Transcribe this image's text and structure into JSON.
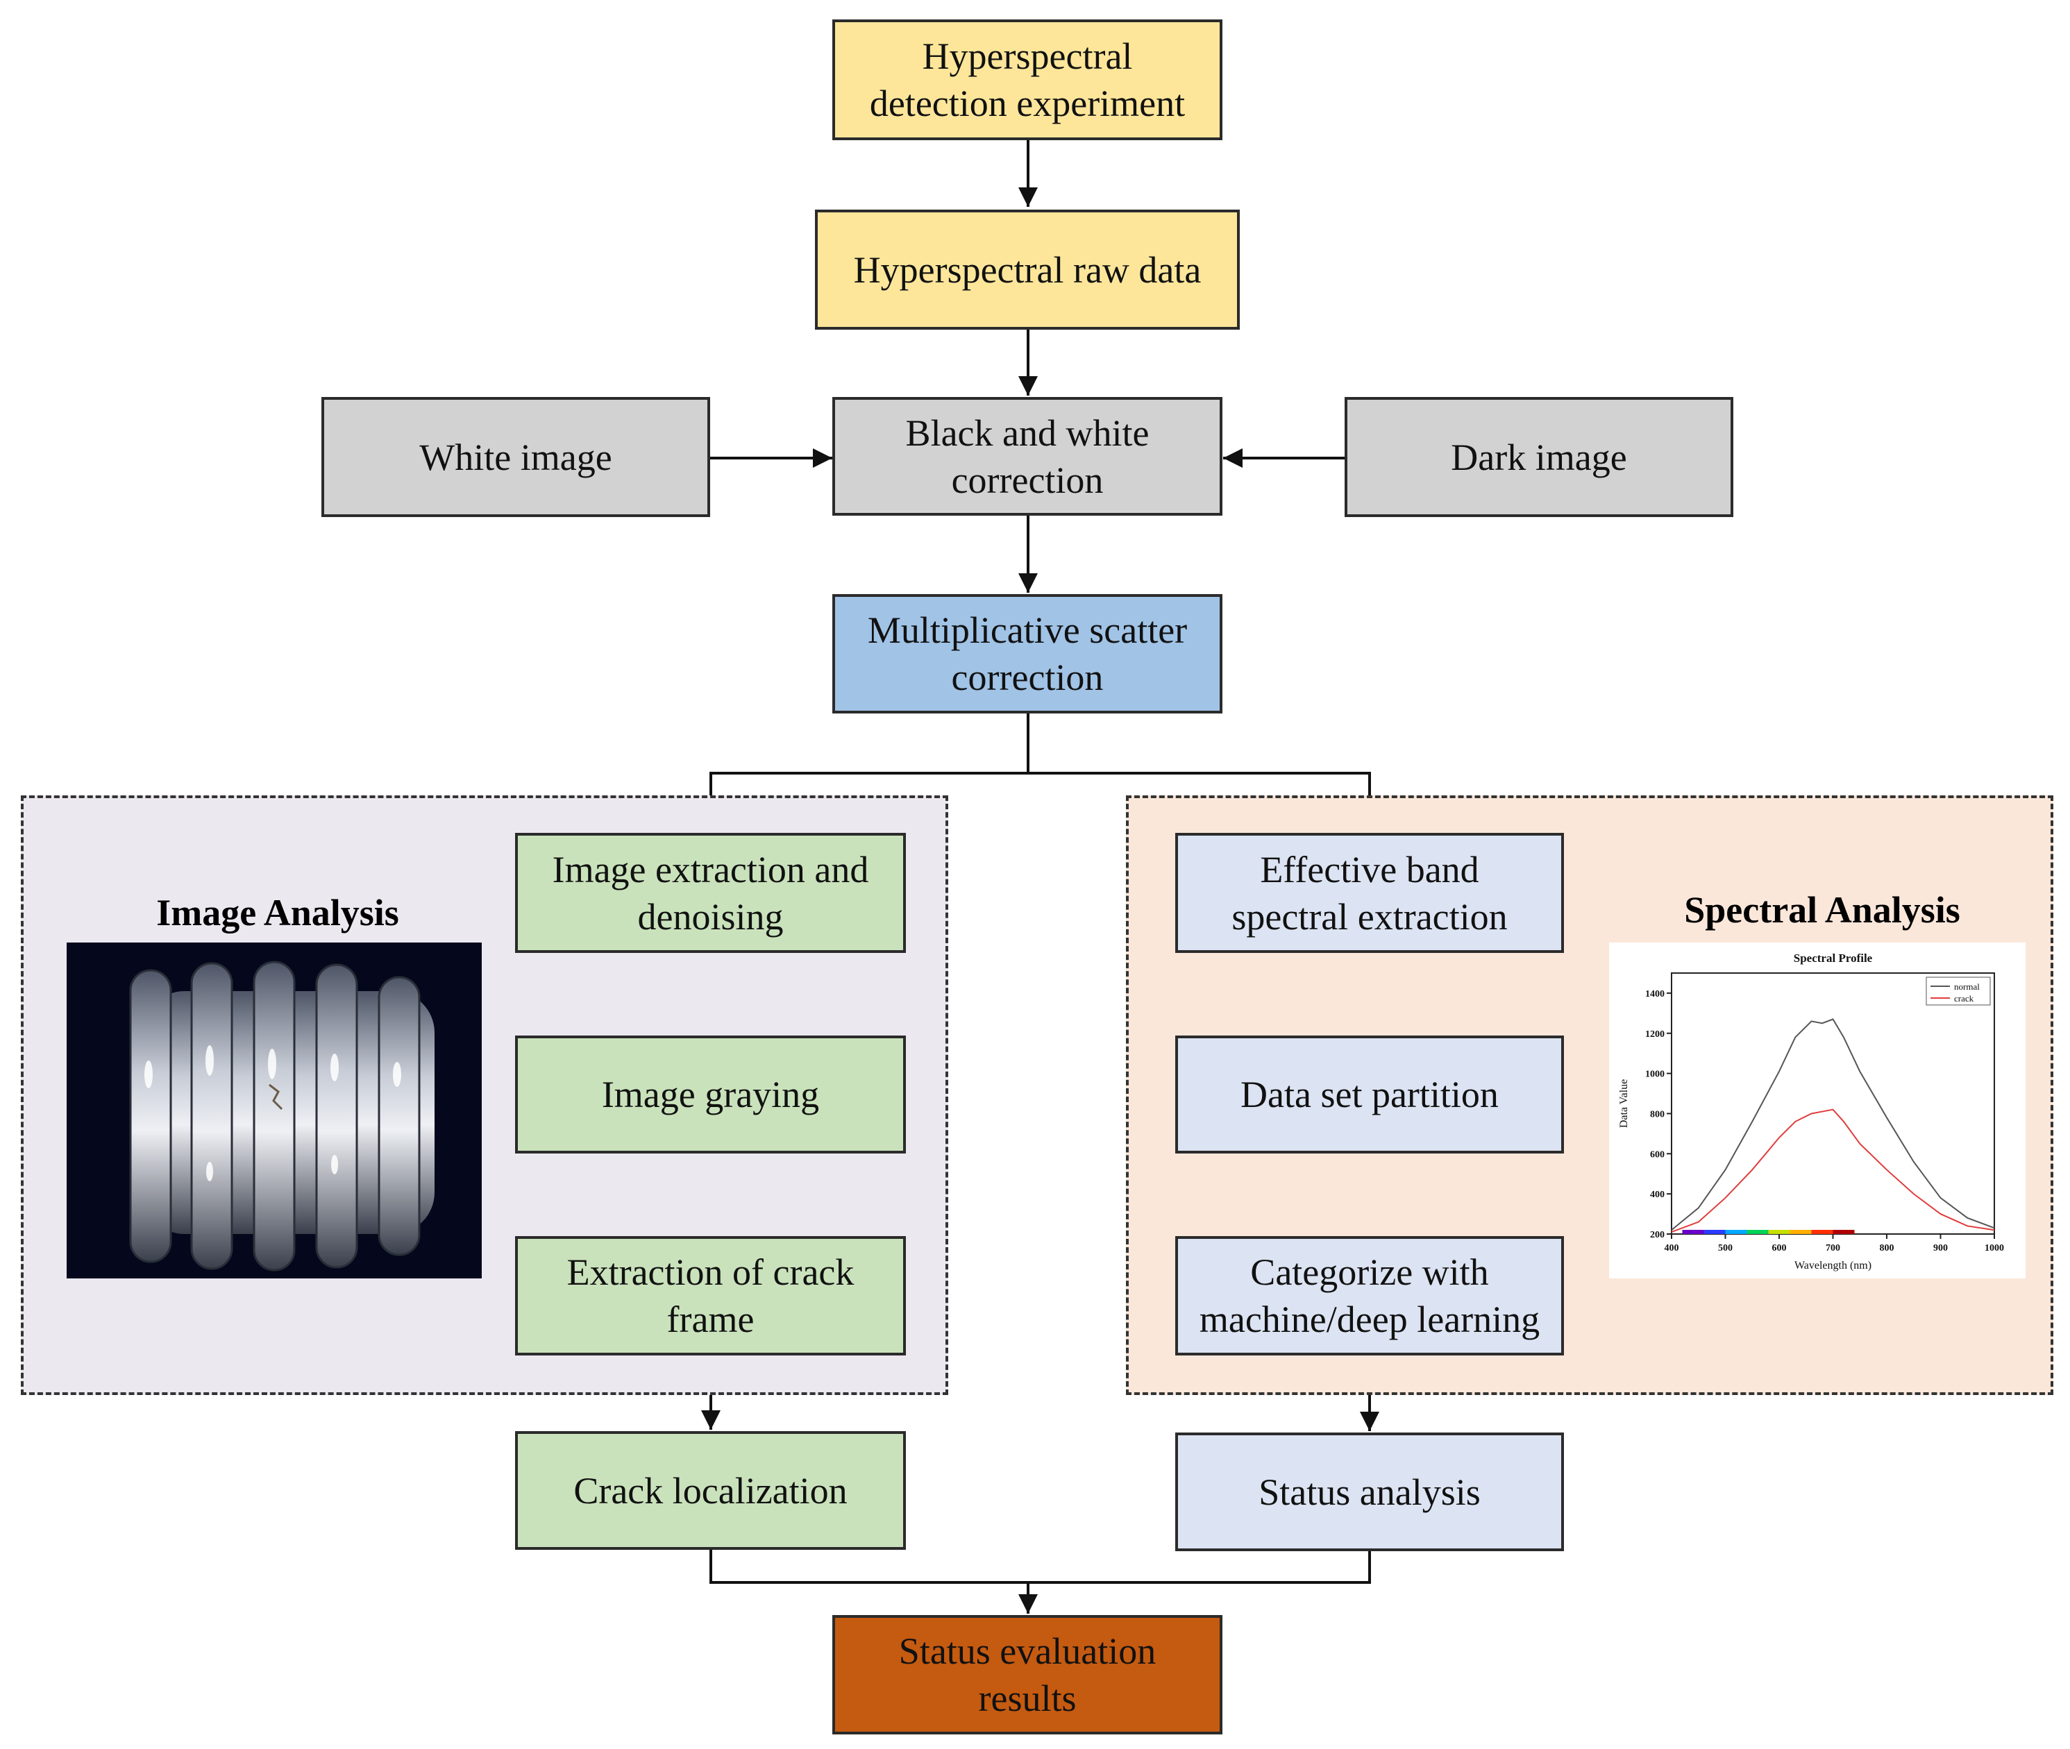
{
  "colors": {
    "yellow": "#fde69a",
    "gray": "#d2d2d2",
    "blue": "#a0c3e6",
    "green": "#c9e2bb",
    "lightblue": "#dce3f2",
    "orange": "#c55a11",
    "panel_left": "#ece8f0",
    "panel_right": "#fbe7da",
    "chart_normal": "#555555",
    "chart_crack": "#e03c3c"
  },
  "nodes": {
    "hs_experiment": "Hyperspectral\ndetection experiment",
    "hs_raw": "Hyperspectral raw data",
    "white_image": "White image",
    "bw_correction": "Black and white\ncorrection",
    "dark_image": "Dark image",
    "msc": "Multiplicative scatter\ncorrection",
    "img_extract": "Image extraction and\ndenoising",
    "img_gray": "Image graying",
    "crack_frame": "Extraction of crack\nframe",
    "crack_loc": "Crack localization",
    "band_extract": "Effective band\nspectral extraction",
    "dataset": "Data set partition",
    "categorize": "Categorize with\nmachine/deep learning",
    "status_analysis": "Status analysis",
    "status_results": "Status evaluation\nresults"
  },
  "panels": {
    "image_title": "Image Analysis",
    "spectral_title": "Spectral Analysis"
  },
  "chart_data": {
    "type": "line",
    "title": "Spectral Profile",
    "xlabel": "Wavelength (nm)",
    "ylabel": "Data Value",
    "xlim": [
      400,
      1000
    ],
    "ylim": [
      200,
      1500
    ],
    "xticks": [
      "400",
      "500",
      "600",
      "700",
      "800",
      "900",
      "1000"
    ],
    "yticks": [
      "200",
      "400",
      "600",
      "800",
      "1000",
      "1200",
      "1400"
    ],
    "grid": false,
    "legend_position": "top-right",
    "x": [
      400,
      450,
      500,
      550,
      600,
      630,
      660,
      680,
      700,
      720,
      750,
      800,
      850,
      900,
      950,
      1000
    ],
    "series": [
      {
        "name": "normal",
        "values": [
          220,
          330,
          520,
          760,
          1010,
          1180,
          1260,
          1250,
          1270,
          1180,
          1010,
          780,
          560,
          380,
          280,
          230
        ]
      },
      {
        "name": "crack",
        "values": [
          210,
          260,
          380,
          520,
          680,
          760,
          800,
          810,
          820,
          760,
          650,
          520,
          400,
          300,
          240,
          220
        ]
      }
    ]
  }
}
